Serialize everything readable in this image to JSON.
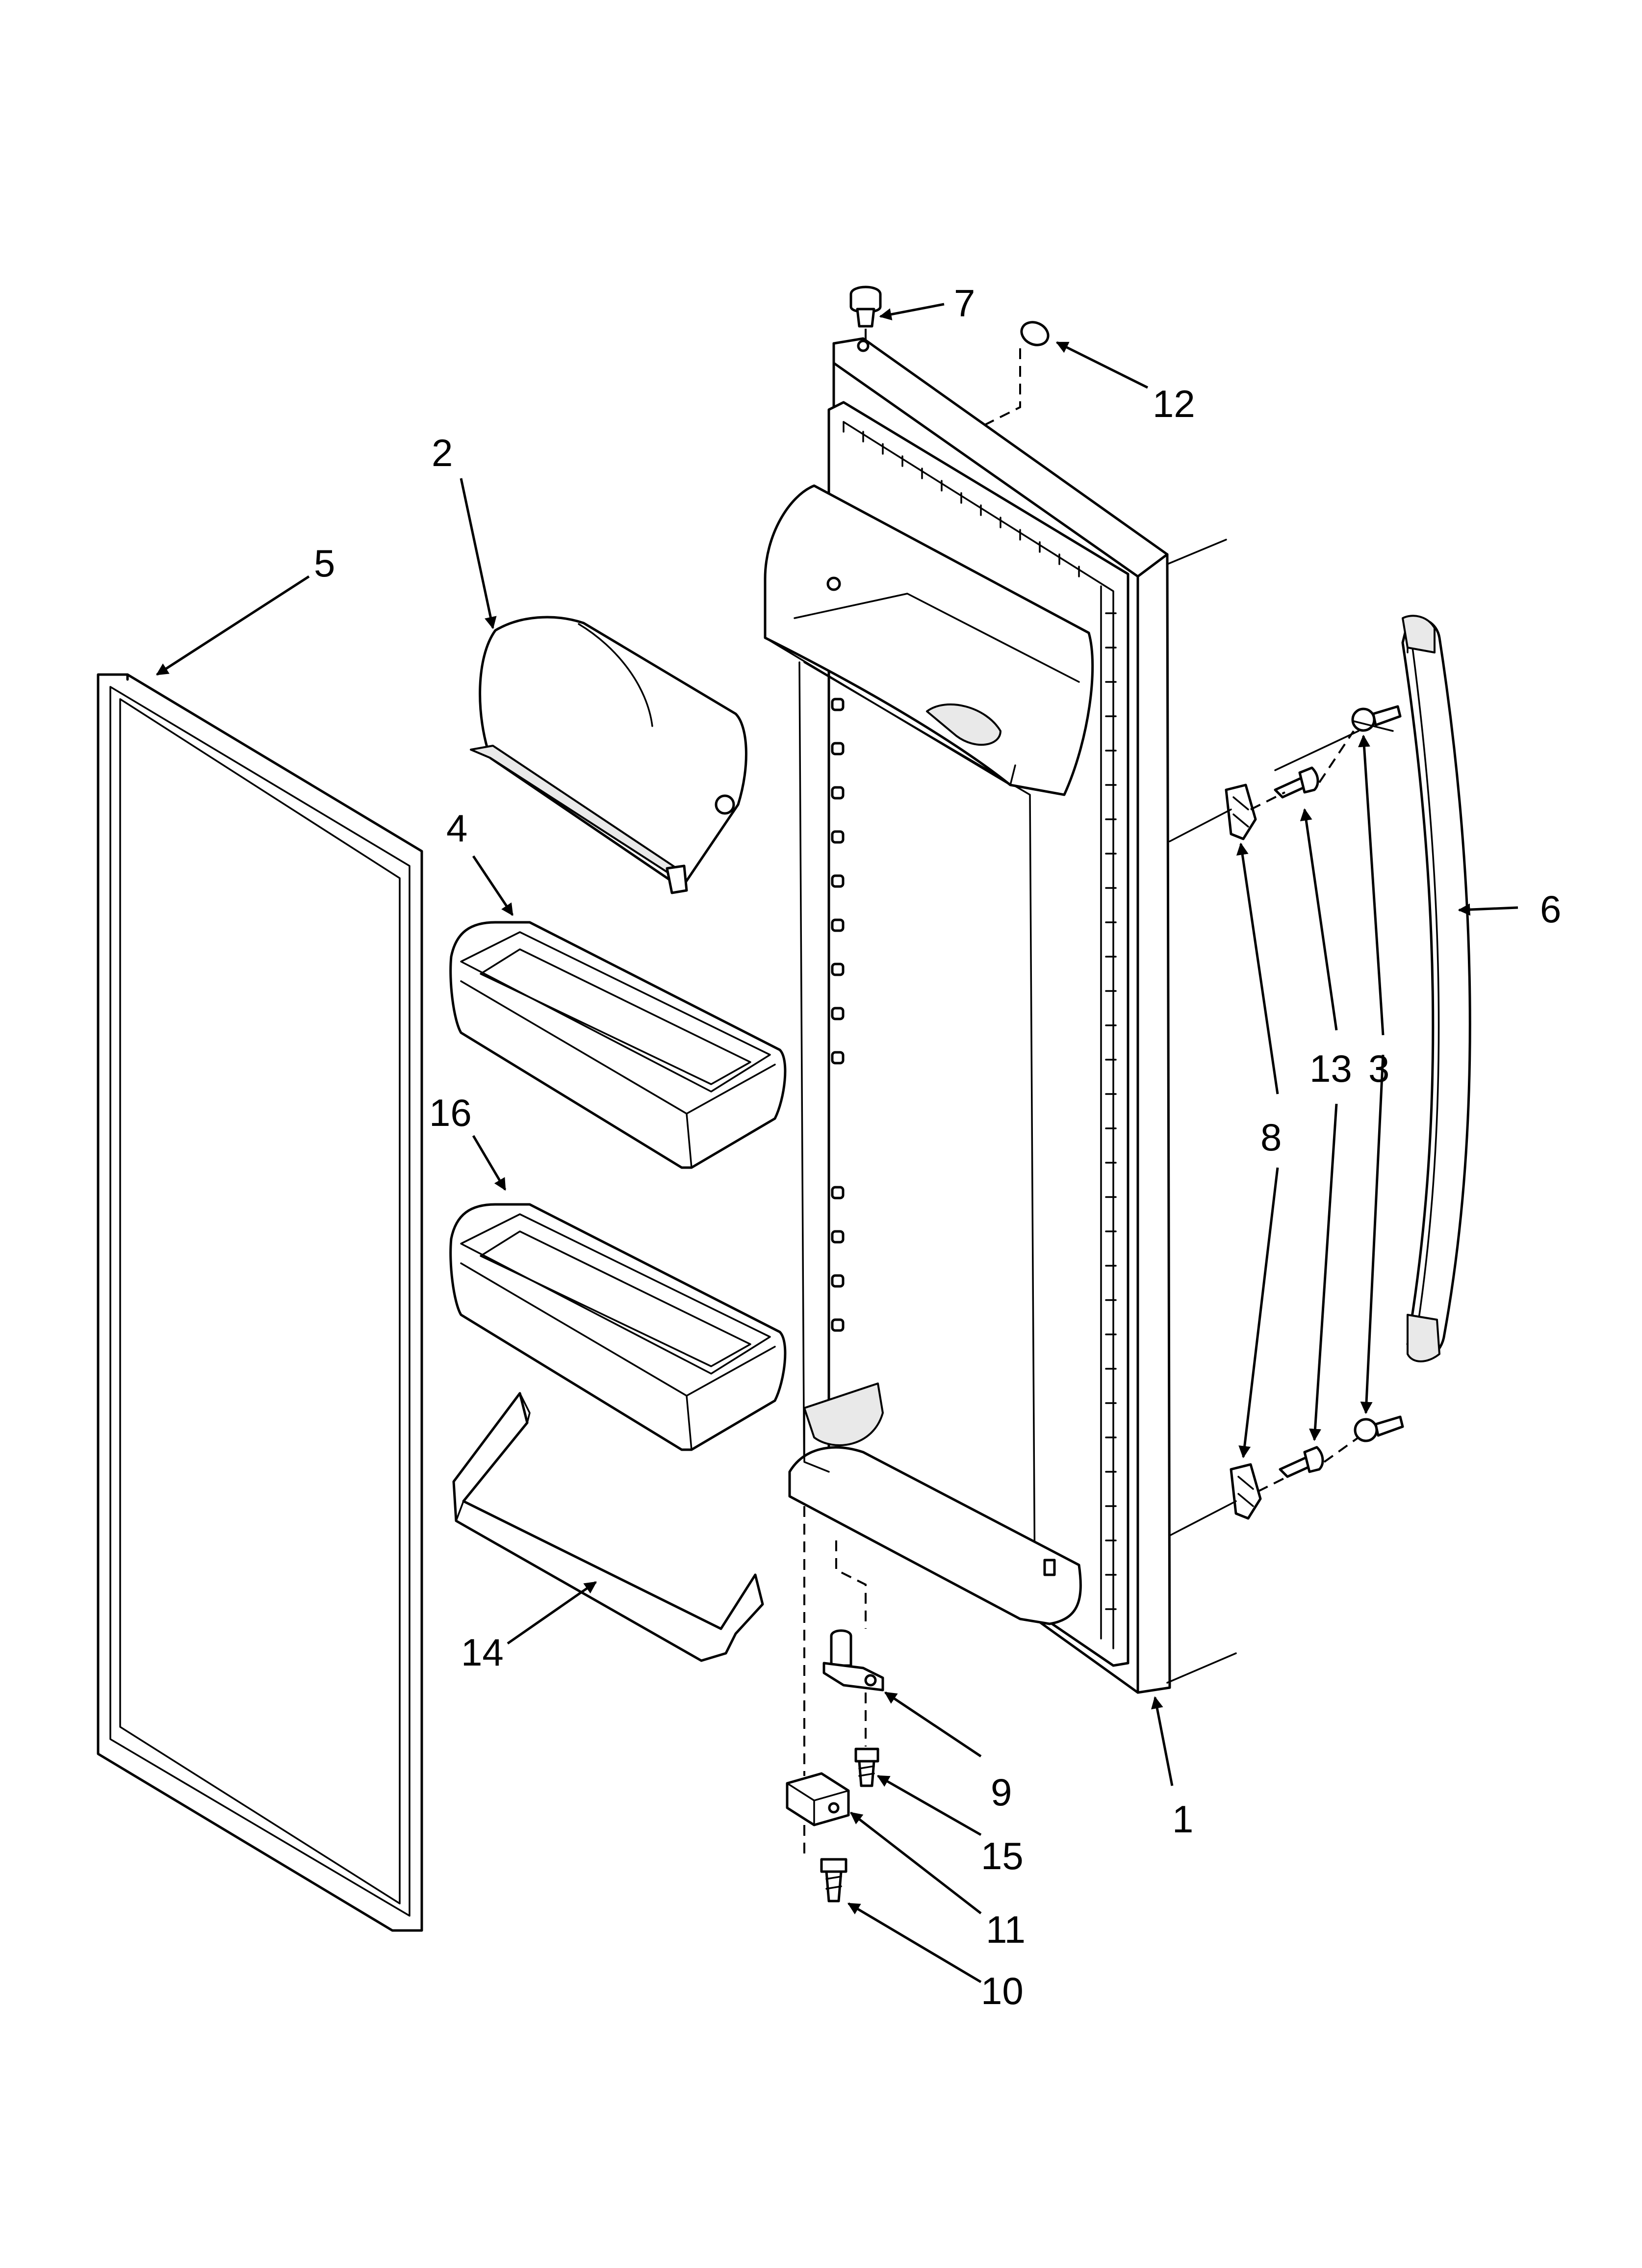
{
  "callouts": [
    {
      "id": "1",
      "text": "1"
    },
    {
      "id": "2",
      "text": "2"
    },
    {
      "id": "3",
      "text": "3"
    },
    {
      "id": "4",
      "text": "4"
    },
    {
      "id": "5",
      "text": "5"
    },
    {
      "id": "6",
      "text": "6"
    },
    {
      "id": "7",
      "text": "7"
    },
    {
      "id": "8",
      "text": "8"
    },
    {
      "id": "9",
      "text": "9"
    },
    {
      "id": "10",
      "text": "10"
    },
    {
      "id": "11",
      "text": "11"
    },
    {
      "id": "12",
      "text": "12"
    },
    {
      "id": "13",
      "text": "13"
    },
    {
      "id": "14",
      "text": "14"
    },
    {
      "id": "15",
      "text": "15"
    },
    {
      "id": "16",
      "text": "16"
    }
  ],
  "colors": {
    "ink": "#000000",
    "background": "#ffffff",
    "shading": "#e9e9e9"
  }
}
